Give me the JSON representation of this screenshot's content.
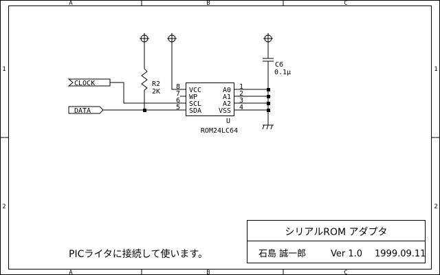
{
  "frame": {
    "col_labels": [
      "A",
      "B",
      "C"
    ],
    "row_labels": [
      "1",
      "2"
    ]
  },
  "parts": {
    "r2_ref": "R2",
    "r2_value": "2K",
    "c6_ref": "C6",
    "c6_value": "0.1µ",
    "ic_name": "ROM24LC64",
    "ic_unit": "U"
  },
  "ic_pins_left": [
    {
      "num": "8",
      "name": "VCC"
    },
    {
      "num": "7",
      "name": "WP"
    },
    {
      "num": "6",
      "name": "SCL"
    },
    {
      "num": "5",
      "name": "SDA"
    }
  ],
  "ic_pins_right": [
    {
      "num": "1",
      "name": "A0"
    },
    {
      "num": "2",
      "name": "A1"
    },
    {
      "num": "3",
      "name": "A2"
    },
    {
      "num": "4",
      "name": "VSS"
    }
  ],
  "ports": {
    "clock": "CLOCK",
    "data": "DATA"
  },
  "note": "PICライタに接続して使います。",
  "title_block": {
    "title": "シリアルROM アダプタ",
    "author": "石島 誠一郎",
    "version": "Ver 1.0",
    "date": "1999.09.11"
  }
}
